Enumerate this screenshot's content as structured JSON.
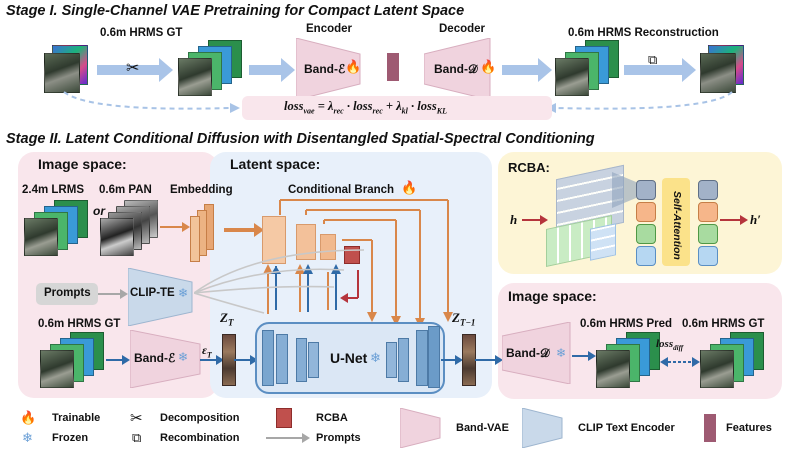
{
  "stage1": {
    "title": "Stage I. Single-Channel VAE Pretraining for Compact Latent Space",
    "gt_label": "0.6m HRMS GT",
    "encoder_label": "Encoder",
    "decoder_label": "Decoder",
    "recon_label": "0.6m HRMS Reconstruction",
    "band_e": "Band-ℰ",
    "band_d": "Band-𝒟",
    "loss_formula": "loss_vae = λ_rec · loss_rec + λ_kl · loss_KL",
    "loss_prefix": "loss",
    "loss_prefix_sub": "vae",
    "loss_eq1": " = λ",
    "loss_eq1_sub": "rec",
    "loss_mid1": " · loss",
    "loss_mid1_sub": "rec",
    "loss_plus": " + λ",
    "loss_plus_sub": "kl",
    "loss_mid2": " · loss",
    "loss_mid2_sub": "KL"
  },
  "stage2": {
    "title": "Stage II. Latent Conditional Diffusion with Disentangled Spatial-Spectral Conditioning",
    "image_space_left": "Image space:",
    "lrms_label": "2.4m LRMS",
    "or_label": "or",
    "pan_label": "0.6m PAN",
    "embedding_label": "Embedding",
    "prompts_label": "Prompts",
    "clip_label": "CLIP-TE",
    "gt_label": "0.6m HRMS GT",
    "band_e": "Band-ℰ",
    "eps": "ε",
    "eps_sub": "T",
    "latent_label": "Latent space:",
    "cond_branch": "Conditional Branch",
    "zt": "Z",
    "zt_sub": "T",
    "zt1": "Z",
    "zt1_sub": "T−1",
    "unet": "U-Net",
    "rcba_title": "RCBA:",
    "h_in": "h",
    "h_out": "h′",
    "self_attention": "Self-Attention",
    "image_space_right": "Image space:",
    "band_d": "Band-𝒟",
    "pred_label": "0.6m HRMS Pred",
    "gt_right_label": "0.6m HRMS GT",
    "loss_diff": "loss",
    "loss_diff_sub": "diff"
  },
  "legend": {
    "trainable": "Trainable",
    "frozen": "Frozen",
    "decomposition": "Decomposition",
    "recombination": "Recombination",
    "rcba": "RCBA",
    "prompts": "Prompts",
    "band_vae": "Band-VAE",
    "clip": "CLIP Text Encoder",
    "features": "Features"
  },
  "colors": {
    "pink_panel": "#f9e6ec",
    "blue_panel": "#e8f0fa",
    "yellow_panel": "#fdf5d6",
    "arrow_blue": "#2f6aa7",
    "arrow_red": "#b5343c",
    "arrow_orange": "#d9874a",
    "arrow_gray": "#a7a7a7",
    "feature": "#9e5a72",
    "vae_pink": "#e9c8d6",
    "clip_blue": "#b8cde4",
    "unet_blue": "#7aa6cf",
    "dash_blue": "#a8c3e6"
  }
}
